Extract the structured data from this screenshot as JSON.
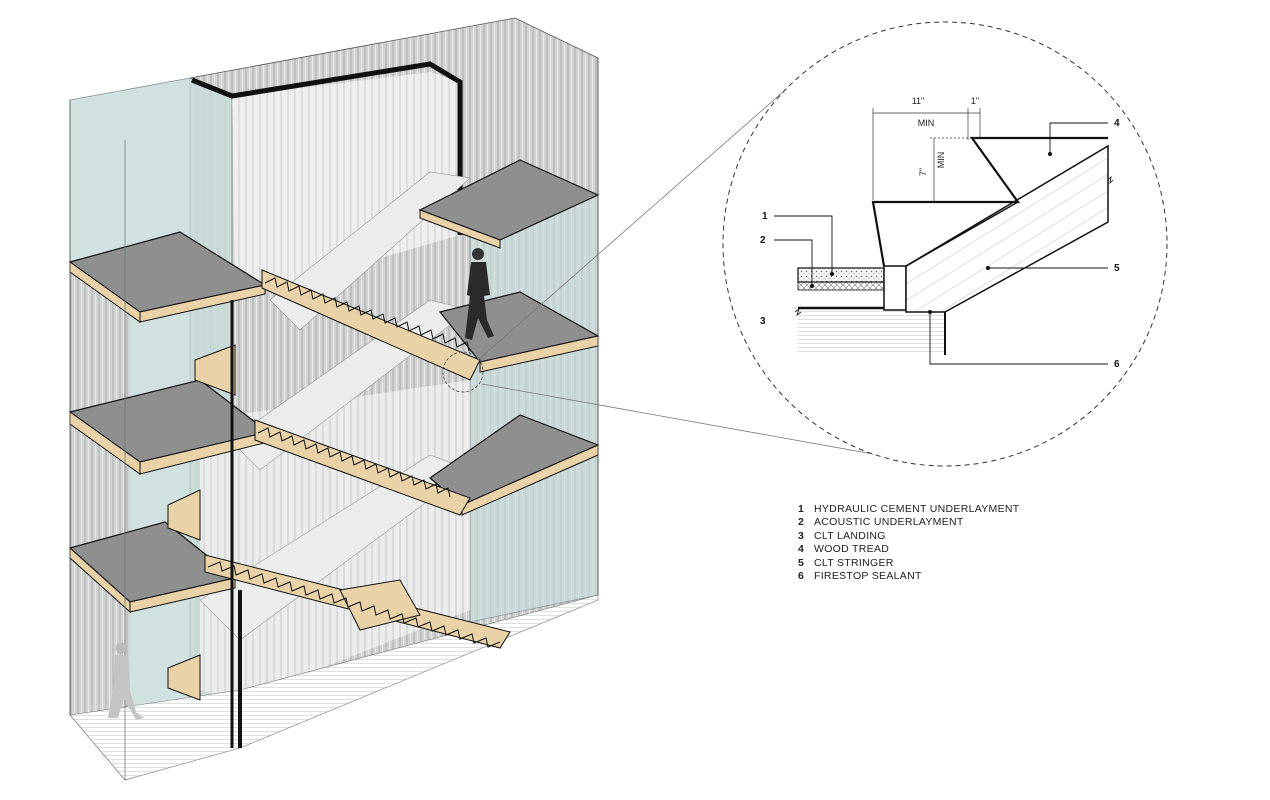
{
  "detail": {
    "dimensions": {
      "tread_depth": "11\"",
      "nosing": "1\"",
      "tread_min": "MIN",
      "riser_height": "7\"",
      "riser_min": "MIN"
    },
    "callouts": [
      "1",
      "2",
      "3",
      "4",
      "5",
      "6"
    ]
  },
  "legend": [
    {
      "num": "1",
      "label": "HYDRAULIC CEMENT UNDERLAYMENT"
    },
    {
      "num": "2",
      "label": "ACOUSTIC UNDERLAYMENT"
    },
    {
      "num": "3",
      "label": "CLT LANDING"
    },
    {
      "num": "4",
      "label": "WOOD TREAD"
    },
    {
      "num": "5",
      "label": "CLT STRINGER"
    },
    {
      "num": "6",
      "label": "FIRESTOP SEALANT"
    }
  ],
  "colors": {
    "glass": "#c9dcdb",
    "concrete": "#8f8f8f",
    "clt_wood": "#e9d1a8",
    "wall_panel": "#cfcfcf",
    "outline": "#111111"
  }
}
